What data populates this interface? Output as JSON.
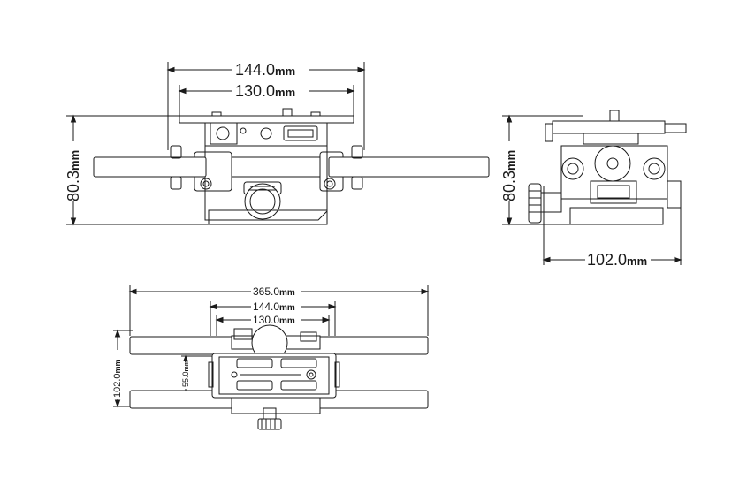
{
  "front_view": {
    "dim_top_outer": "144.0",
    "dim_top_inner": "130.0",
    "dim_height": "80.3",
    "unit": "mm"
  },
  "side_view": {
    "dim_height": "80.3",
    "dim_width": "102.0",
    "unit": "mm"
  },
  "top_view": {
    "dim_rods": "365.0",
    "dim_outer": "144.0",
    "dim_inner": "130.0",
    "dim_depth": "102.0",
    "dim_spacing": "55.0",
    "unit": "mm"
  },
  "colors": {
    "line": "#1a1a1a",
    "fill": "#ffffff"
  }
}
